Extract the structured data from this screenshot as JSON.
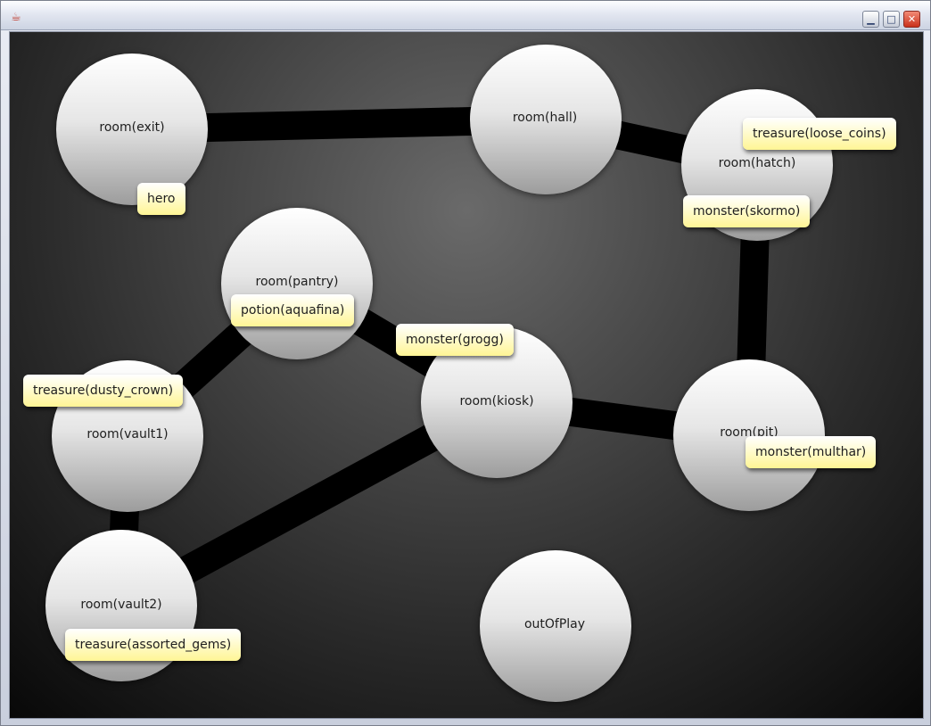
{
  "window": {
    "title": "",
    "icon": "java-cup-icon"
  },
  "colors": {
    "edge": "#000000",
    "token_bg": "#fff7a8",
    "room_bg": "#e8e8e8"
  },
  "rooms": [
    {
      "id": "exit",
      "label": "room(exit)"
    },
    {
      "id": "hall",
      "label": "room(hall)"
    },
    {
      "id": "hatch",
      "label": "room(hatch)"
    },
    {
      "id": "pantry",
      "label": "room(pantry)"
    },
    {
      "id": "kiosk",
      "label": "room(kiosk)"
    },
    {
      "id": "pit",
      "label": "room(pit)"
    },
    {
      "id": "vault1",
      "label": "room(vault1)"
    },
    {
      "id": "vault2",
      "label": "room(vault2)"
    },
    {
      "id": "outOfPlay",
      "label": "outOfPlay"
    }
  ],
  "connections": [
    [
      "exit",
      "hall"
    ],
    [
      "hall",
      "hatch"
    ],
    [
      "hatch",
      "pit"
    ],
    [
      "pit",
      "kiosk"
    ],
    [
      "kiosk",
      "pantry"
    ],
    [
      "pantry",
      "vault1"
    ],
    [
      "vault1",
      "vault2"
    ],
    [
      "vault2",
      "kiosk"
    ]
  ],
  "tokens": [
    {
      "label": "hero",
      "room": "exit"
    },
    {
      "label": "treasure(loose_coins)",
      "room": "hatch"
    },
    {
      "label": "monster(skormo)",
      "room": "hatch"
    },
    {
      "label": "potion(aquafina)",
      "room": "pantry"
    },
    {
      "label": "monster(grogg)",
      "room": "kiosk"
    },
    {
      "label": "treasure(dusty_crown)",
      "room": "vault1"
    },
    {
      "label": "monster(multhar)",
      "room": "pit"
    },
    {
      "label": "treasure(assorted_gems)",
      "room": "vault2"
    }
  ]
}
